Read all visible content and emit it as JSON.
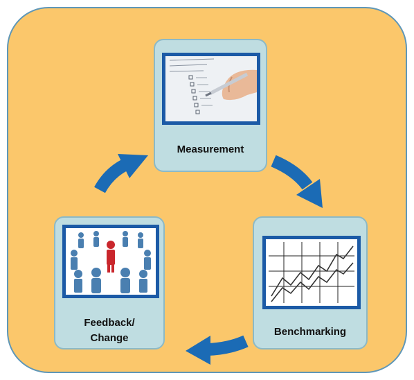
{
  "diagram": {
    "nodes": [
      {
        "id": "measurement",
        "label": "Measurement",
        "image": "pen-checklist-photo"
      },
      {
        "id": "benchmarking",
        "label": "Benchmarking",
        "image": "line-graph-sketch"
      },
      {
        "id": "feedback",
        "label_lines": [
          "Feedback/",
          "Change"
        ],
        "image": "people-circle-figures"
      }
    ],
    "edges": [
      {
        "from": "measurement",
        "to": "benchmarking"
      },
      {
        "from": "benchmarking",
        "to": "feedback"
      },
      {
        "from": "feedback",
        "to": "measurement"
      }
    ],
    "colors": {
      "background": "#fbc76b",
      "node_fill": "#bfdde1",
      "arrow": "#1b6bb5",
      "frame": "#1b5aa6"
    }
  }
}
